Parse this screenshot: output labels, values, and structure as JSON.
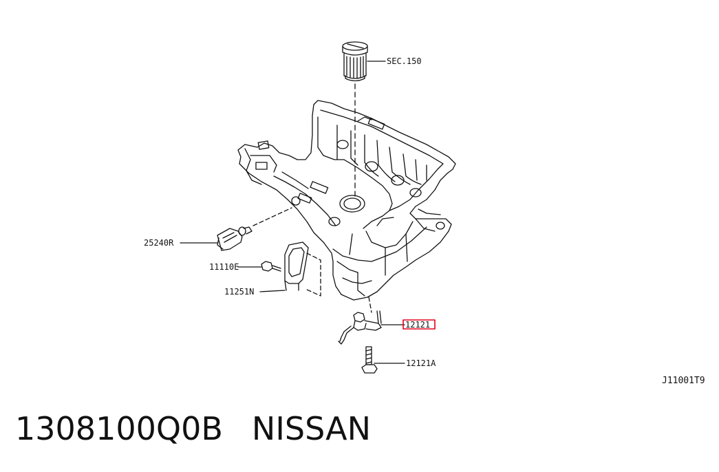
{
  "labels": {
    "sec150": "SEC.150",
    "p25240r": "25240R",
    "p11110e": "11110E",
    "p11251n": "11251N",
    "p12121": "12121",
    "p12121a": "12121A"
  },
  "diagram_ref": "J11001T9",
  "footer": {
    "part_number": "1308100Q0B",
    "brand": "NISSAN"
  },
  "colors": {
    "line": "#111111",
    "highlight": "#e0001b"
  }
}
